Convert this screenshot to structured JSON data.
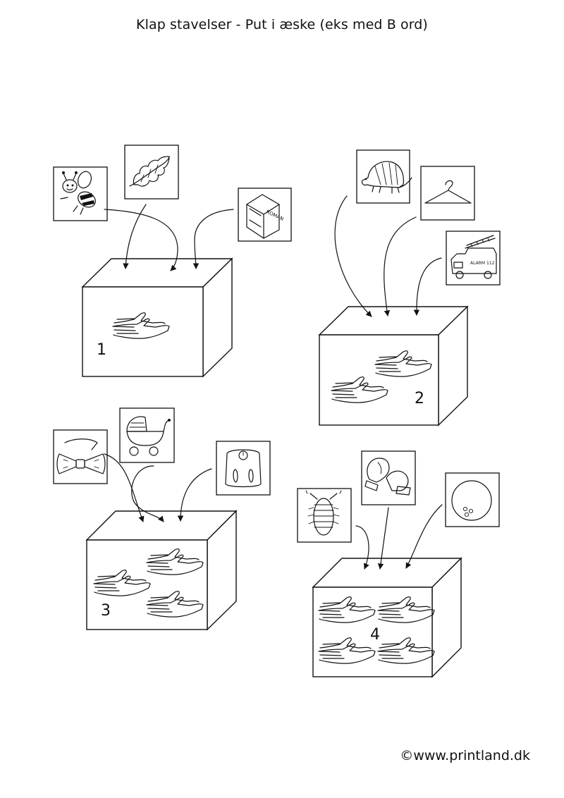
{
  "title": "Klap stavelser - Put i æske (eks med B ord)",
  "footer": "©www.printland.dk",
  "boxes": [
    {
      "number": "1",
      "claps": 1,
      "pictures": [
        "bee-icon",
        "leaf-icon",
        "book-icon"
      ]
    },
    {
      "number": "2",
      "claps": 2,
      "pictures": [
        "armadillo-icon",
        "hanger-icon",
        "fire-truck-icon"
      ]
    },
    {
      "number": "3",
      "claps": 3,
      "pictures": [
        "bow-tie-icon",
        "pram-icon",
        "scale-icon"
      ]
    },
    {
      "number": "4",
      "claps": 4,
      "pictures": [
        "woodlouse-icon",
        "boxing-gloves-icon",
        "bowling-ball-icon"
      ]
    }
  ],
  "labels": {
    "book": "ROMAN",
    "truck": "ALARM 112"
  }
}
